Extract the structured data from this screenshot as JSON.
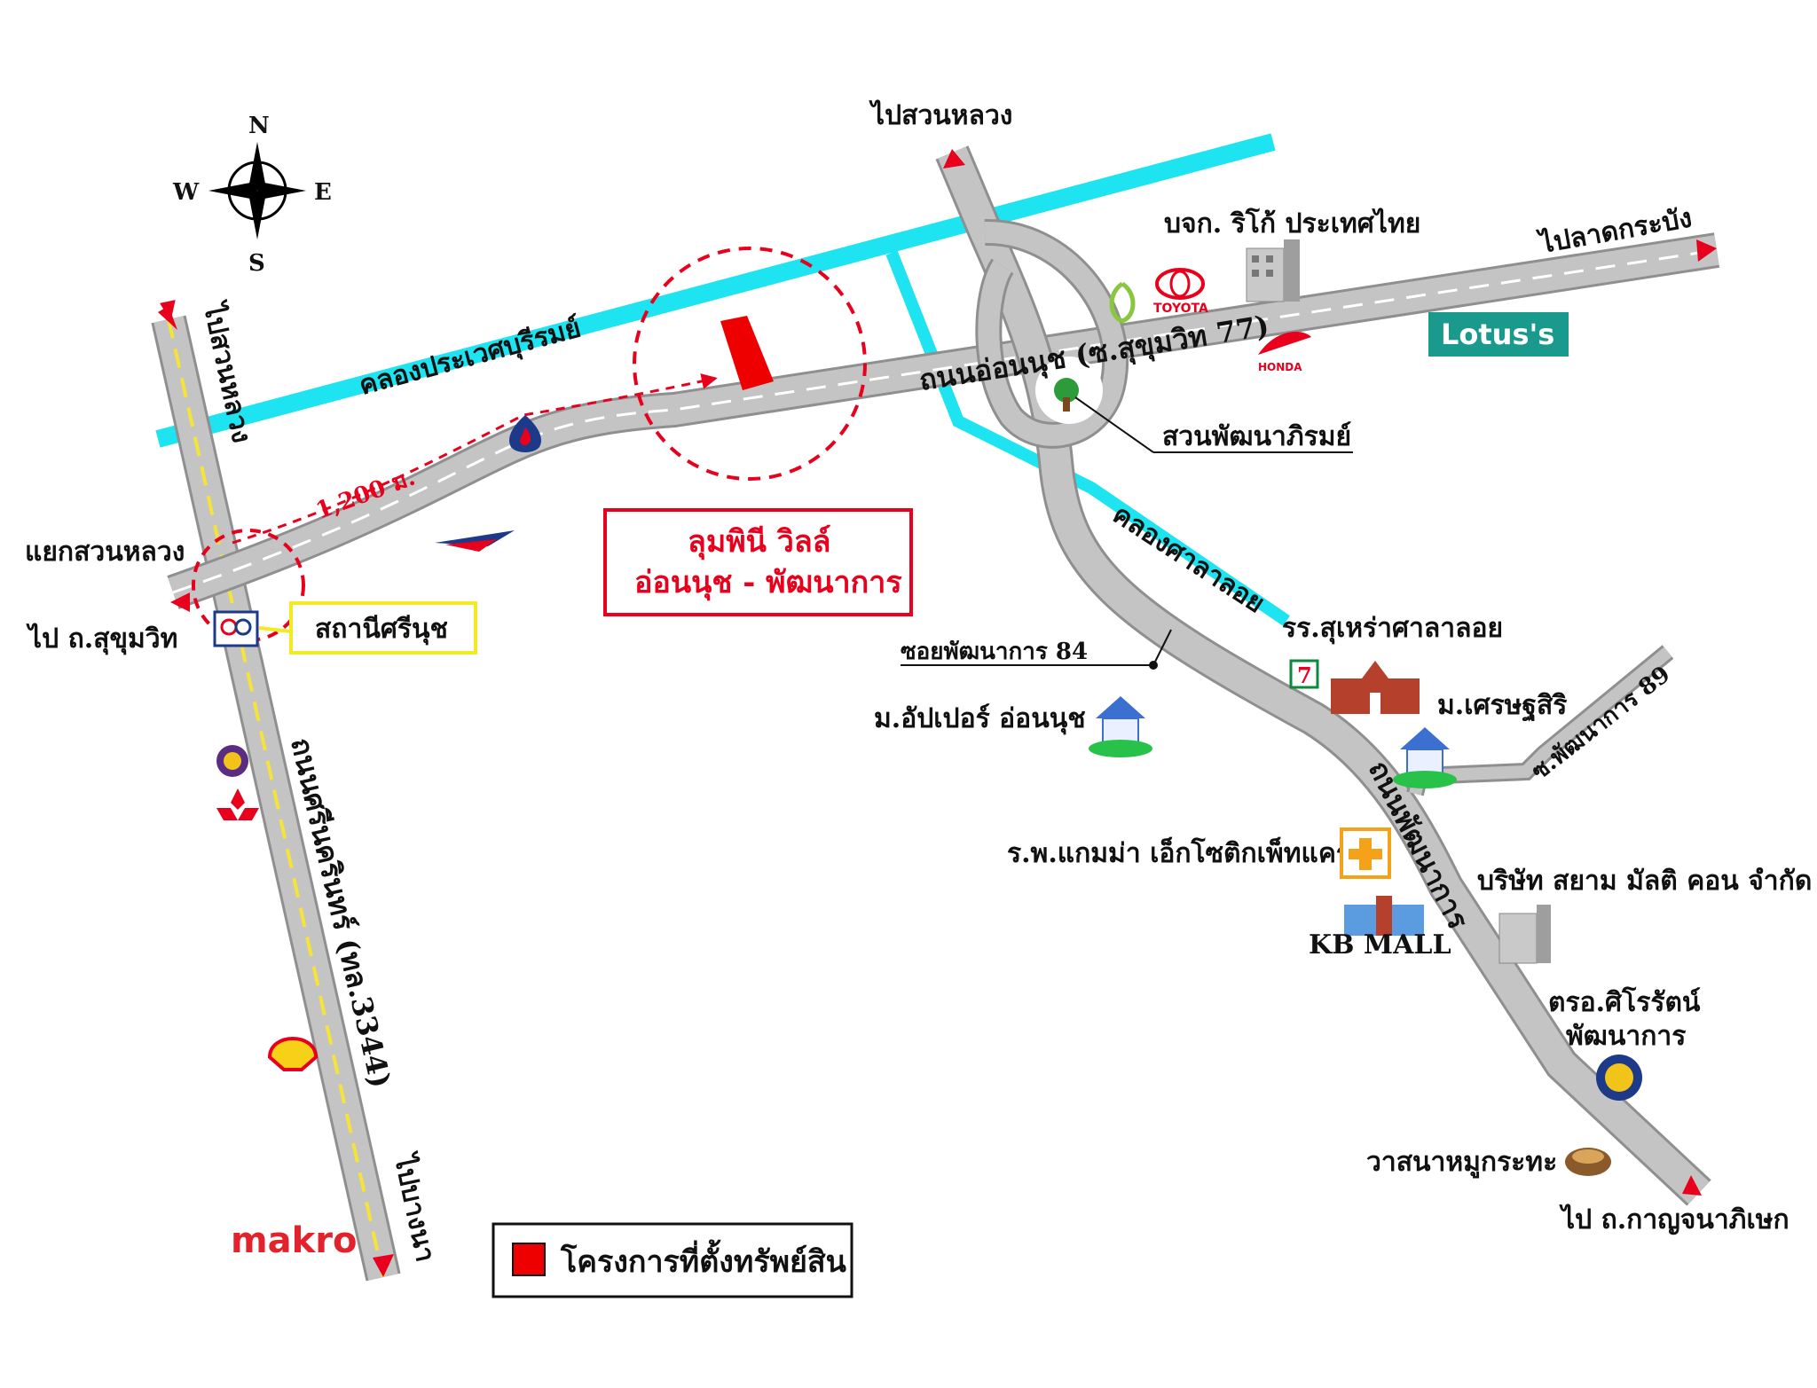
{
  "compass": {
    "n": "N",
    "s": "S",
    "e": "E",
    "w": "W"
  },
  "roads": {
    "srinakarin": "ถนนศรีนครินทร์ (ทล.3344)",
    "onnut": "ถนนอ่อนนุช (ซ.สุขุมวิท 77)",
    "phatthanakan": "ถนนพัฒนาการ",
    "soi_phatthanakan_89": "ซ.พัฒนาการ 89",
    "soi_phatthanakan_84": "ซอยพัฒนาการ 84"
  },
  "canals": {
    "prawet": "คลองประเวศบุรีรมย์",
    "sala_loi": "คลองศาลาลอย"
  },
  "directions": {
    "suan_luang_top": "ไปสวนหลวง",
    "suan_luang_left": "ไปสวนหลวง",
    "lat_krabang": "ไปลาดกระบัง",
    "sukhumvit": "ไป ถ.สุขุมวิท",
    "bang_na": "ไปบางนา",
    "kanchanaphisek": "ไป ถ.กาญจนาภิเษก"
  },
  "places": {
    "intersection": "แยกสวนหลวง",
    "station": "สถานีศรีนุช",
    "ricoh": "บจก. ริโก้ ประเทศไทย",
    "park": "สวนพัฒนาภิรมย์",
    "school": "รร.สุเหร่าศาลาลอย",
    "village_upper": "ม.อัปเปอร์ อ่อนนุช",
    "village_settha": "ม.เศรษฐสิริ",
    "hospital": "ร.พ.แกมม่า เอ็กโซติกเพ็ทแคร์",
    "kb_mall": "KB MALL",
    "company": "บริษัท สยาม มัลติ คอน จำกัด",
    "police": "ตรอ.ศิโรรัตน์\nพัฒนาการ",
    "police_line1": "ตรอ.ศิโรรัตน์",
    "police_line2": "พัฒนาการ",
    "restaurant": "วาสนาหมูกระทะ"
  },
  "logos": {
    "lotus": "Lotus's",
    "makro": "makro",
    "toyota": "TOYOTA",
    "honda": "HONDA",
    "seven": "7"
  },
  "distance": "1,200 ม.",
  "project": {
    "line1": "ลุมพินี วิลล์",
    "line2": "อ่อนนุช - พัฒนาการ"
  },
  "legend": {
    "label": "โครงการที่ตั้งทรัพย์สิน"
  },
  "colors": {
    "road": "#c4c4c4",
    "road_edge": "#8f8f8f",
    "canal": "#1ee3f0",
    "project": "#ee0000",
    "accent_red": "#e8001c",
    "yellow_box": "#f2ea22",
    "lotus_bg": "#1a9a8c"
  }
}
